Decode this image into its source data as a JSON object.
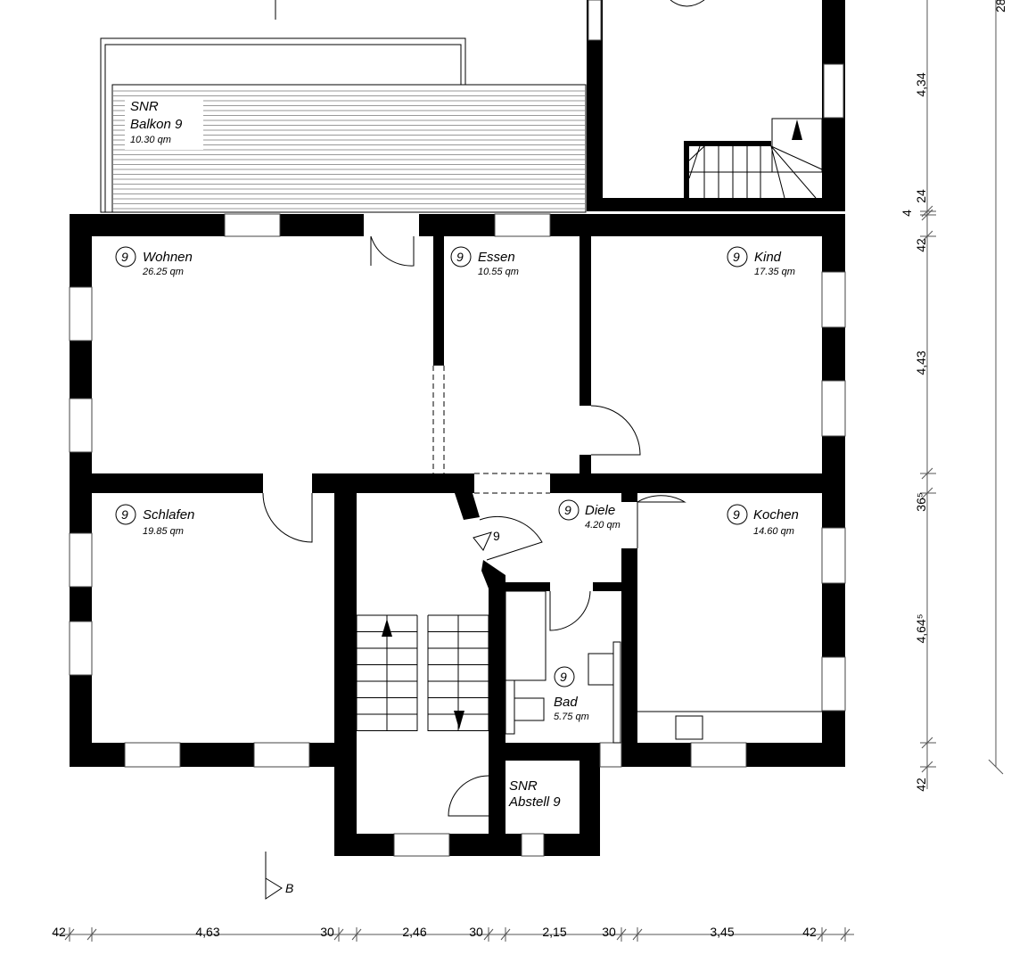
{
  "rooms": {
    "balkon": {
      "prefix": "SNR",
      "name": "Balkon 9",
      "area": "10.30 qm"
    },
    "wohnen": {
      "unit": "9",
      "name": "Wohnen",
      "area": "26.25 qm"
    },
    "essen": {
      "unit": "9",
      "name": "Essen",
      "area": "10.55 qm"
    },
    "kind": {
      "unit": "9",
      "name": "Kind",
      "area": "17.35 qm"
    },
    "schlafen": {
      "unit": "9",
      "name": "Schlafen",
      "area": "19.85 qm"
    },
    "diele": {
      "unit": "9",
      "name": "Diele",
      "area": "4.20 qm"
    },
    "kochen": {
      "unit": "9",
      "name": "Kochen",
      "area": "14.60 qm"
    },
    "bad": {
      "unit": "9",
      "name": "Bad",
      "area": "5.75 qm"
    },
    "abstell": {
      "prefix": "SNR",
      "name": "Abstell 9"
    }
  },
  "entrance_label": "9",
  "section_marker": "B",
  "dimensions": {
    "bottom": [
      "42",
      "4,63",
      "30",
      "2,46",
      "30",
      "2,15",
      "30",
      "3,45",
      "42"
    ],
    "right": [
      "4,34",
      "24",
      "4",
      "42",
      "4,43",
      "36⁵",
      "4,64⁵",
      "42"
    ],
    "far_right": "28"
  }
}
